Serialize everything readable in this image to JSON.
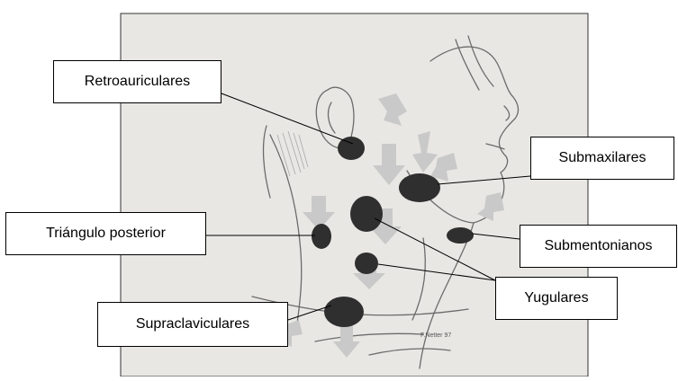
{
  "labels": {
    "retroauriculares": "Retroauriculares",
    "submaxilares": "Submaxilares",
    "triangulo_posterior": "Triángulo posterior",
    "submentonianos": "Submentonianos",
    "yugulares": "Yugulares",
    "supraclaviculares": "Supraclaviculares"
  },
  "signature": "F.Netter 97",
  "colors": {
    "background": "#e8e7e4",
    "lymph_node": "#2f2f2f",
    "arrow": "#c9c9c9",
    "outline": "#6b6b6b",
    "leader_line": "#000000"
  }
}
